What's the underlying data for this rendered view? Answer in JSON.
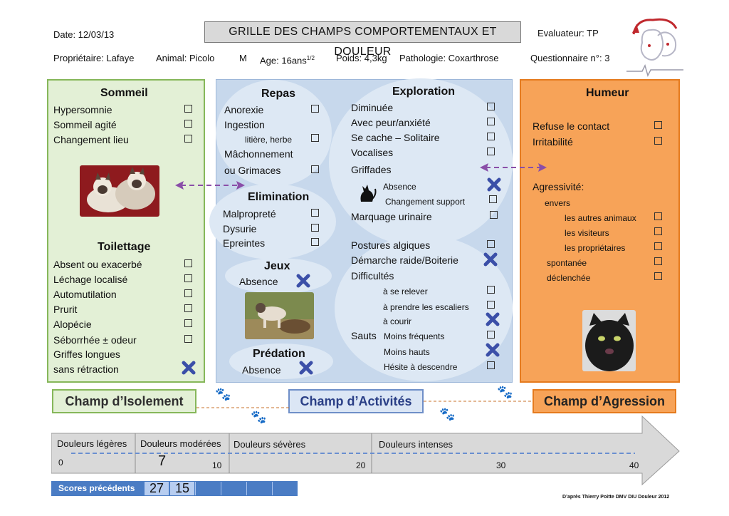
{
  "header": {
    "date": "Date:  12/03/13",
    "title": "GRILLE DES CHAMPS COMPORTEMENTAUX ET DOULEUR",
    "evaluator": "Evaluateur: TP",
    "owner": "Propriétaire:  Lafaye",
    "animal": "Animal:  Picolo",
    "sex": "M",
    "age": "Age: 16ans",
    "age_frac": "1/2",
    "weight": "Poids: 4,3kg",
    "pathology": "Pathologie:  Coxarthrose",
    "questionnaire": "Questionnaire n°: 3"
  },
  "isolement": {
    "sommeil_title": "Sommeil",
    "sommeil_items": [
      "Hypersomnie",
      "Sommeil agité",
      "Changement lieu"
    ],
    "toilettage_title": "Toilettage",
    "toilettage_items": [
      "Absent ou exacerbé",
      "Léchage localisé",
      "Automutilation",
      "Prurit",
      "Alopécie",
      "Séborrhée ± odeur",
      "Griffes longues",
      "sans rétraction"
    ]
  },
  "activites": {
    "repas_title": "Repas",
    "repas_items": [
      "Anorexie",
      "Ingestion",
      "litière, herbe",
      "Mâchonnement",
      "ou Grimaces"
    ],
    "elimination_title": "Elimination",
    "elimination_items": [
      "Malpropreté",
      "Dysurie",
      "Epreintes"
    ],
    "jeux_title": "Jeux",
    "jeux_item": "Absence",
    "predation_title": "Prédation",
    "predation_item": "Absence",
    "exploration_title": "Exploration",
    "exploration_items": [
      "Diminuée",
      "Avec peur/anxiété",
      "Se cache – Solitaire",
      "Vocalises",
      "Griffades",
      "Absence",
      "Changement support",
      "Marquage urinaire"
    ],
    "postures": [
      "Postures algiques",
      "Démarche raide/Boiterie",
      "Difficultés",
      "à se relever",
      "à prendre les escaliers",
      "à courir",
      "Sauts",
      "Moins fréquents",
      "Moins hauts",
      "Hésite à descendre"
    ]
  },
  "humeur": {
    "title": "Humeur",
    "items": [
      "Refuse le contact",
      "Irritabilité"
    ],
    "agressivite": "Agressivité:",
    "envers": "envers",
    "targets": [
      "les autres animaux",
      "les visiteurs",
      "les propriétaires"
    ],
    "spontanee": "spontanée",
    "declenchee": "déclenchée"
  },
  "champs": {
    "isolement": "Champ d’Isolement",
    "activites": "Champ d’Activités",
    "agression": "Champ d’Agression"
  },
  "scale": {
    "labels": [
      "Douleurs légères",
      "Douleurs modérées",
      "Douleurs sévères",
      "Douleurs intenses"
    ],
    "ticks": [
      "0",
      "10",
      "20",
      "30",
      "40"
    ],
    "current_score": "7"
  },
  "scores": {
    "label": "Scores précédents",
    "values": [
      "27",
      "15"
    ]
  },
  "footer": "D’après Thierry Poitte DMV DIU Douleur 2012",
  "colors": {
    "isolement": "#86b75a",
    "activites": "#9db7d9",
    "agression": "#e57b1e",
    "cross": "#3b4fa8"
  }
}
